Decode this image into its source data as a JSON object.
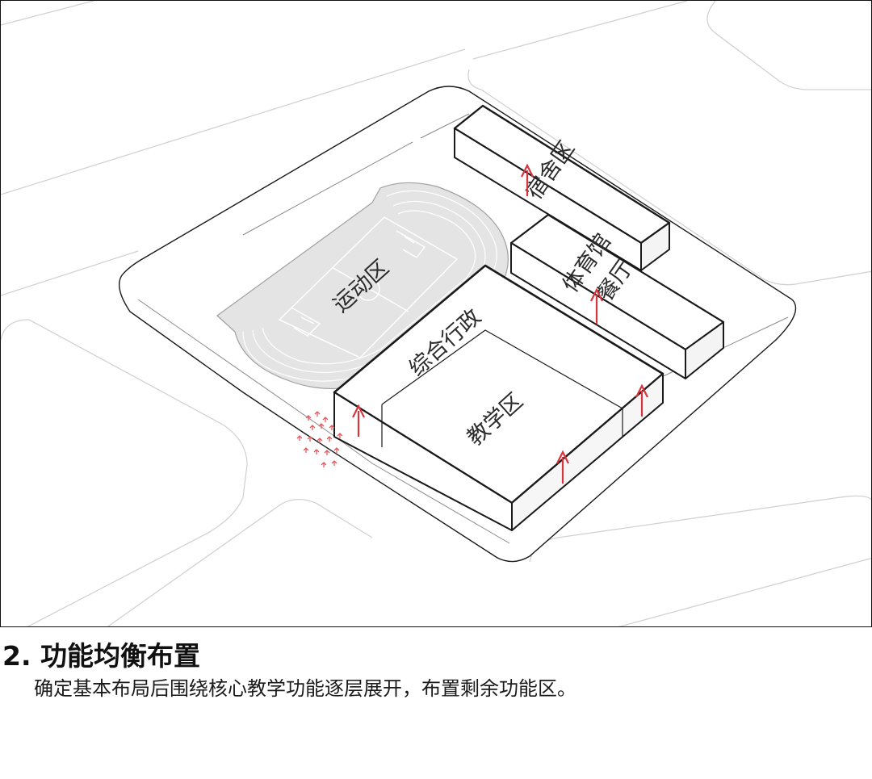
{
  "diagram": {
    "zones": {
      "sports": "运动区",
      "dorm": "宿舍区",
      "gym_line1": "体育馆",
      "gym_line2": "餐厅",
      "admin": "综合行政",
      "teaching": "教学区"
    },
    "colors": {
      "arrow": "#d8343c",
      "outline": "#1a1a1a",
      "field_fill": "#e4e4e4"
    }
  },
  "caption": {
    "title": "2. 功能均衡布置",
    "body": "确定基本布局后围绕核心教学功能逐层展开，布置剩余功能区。"
  }
}
